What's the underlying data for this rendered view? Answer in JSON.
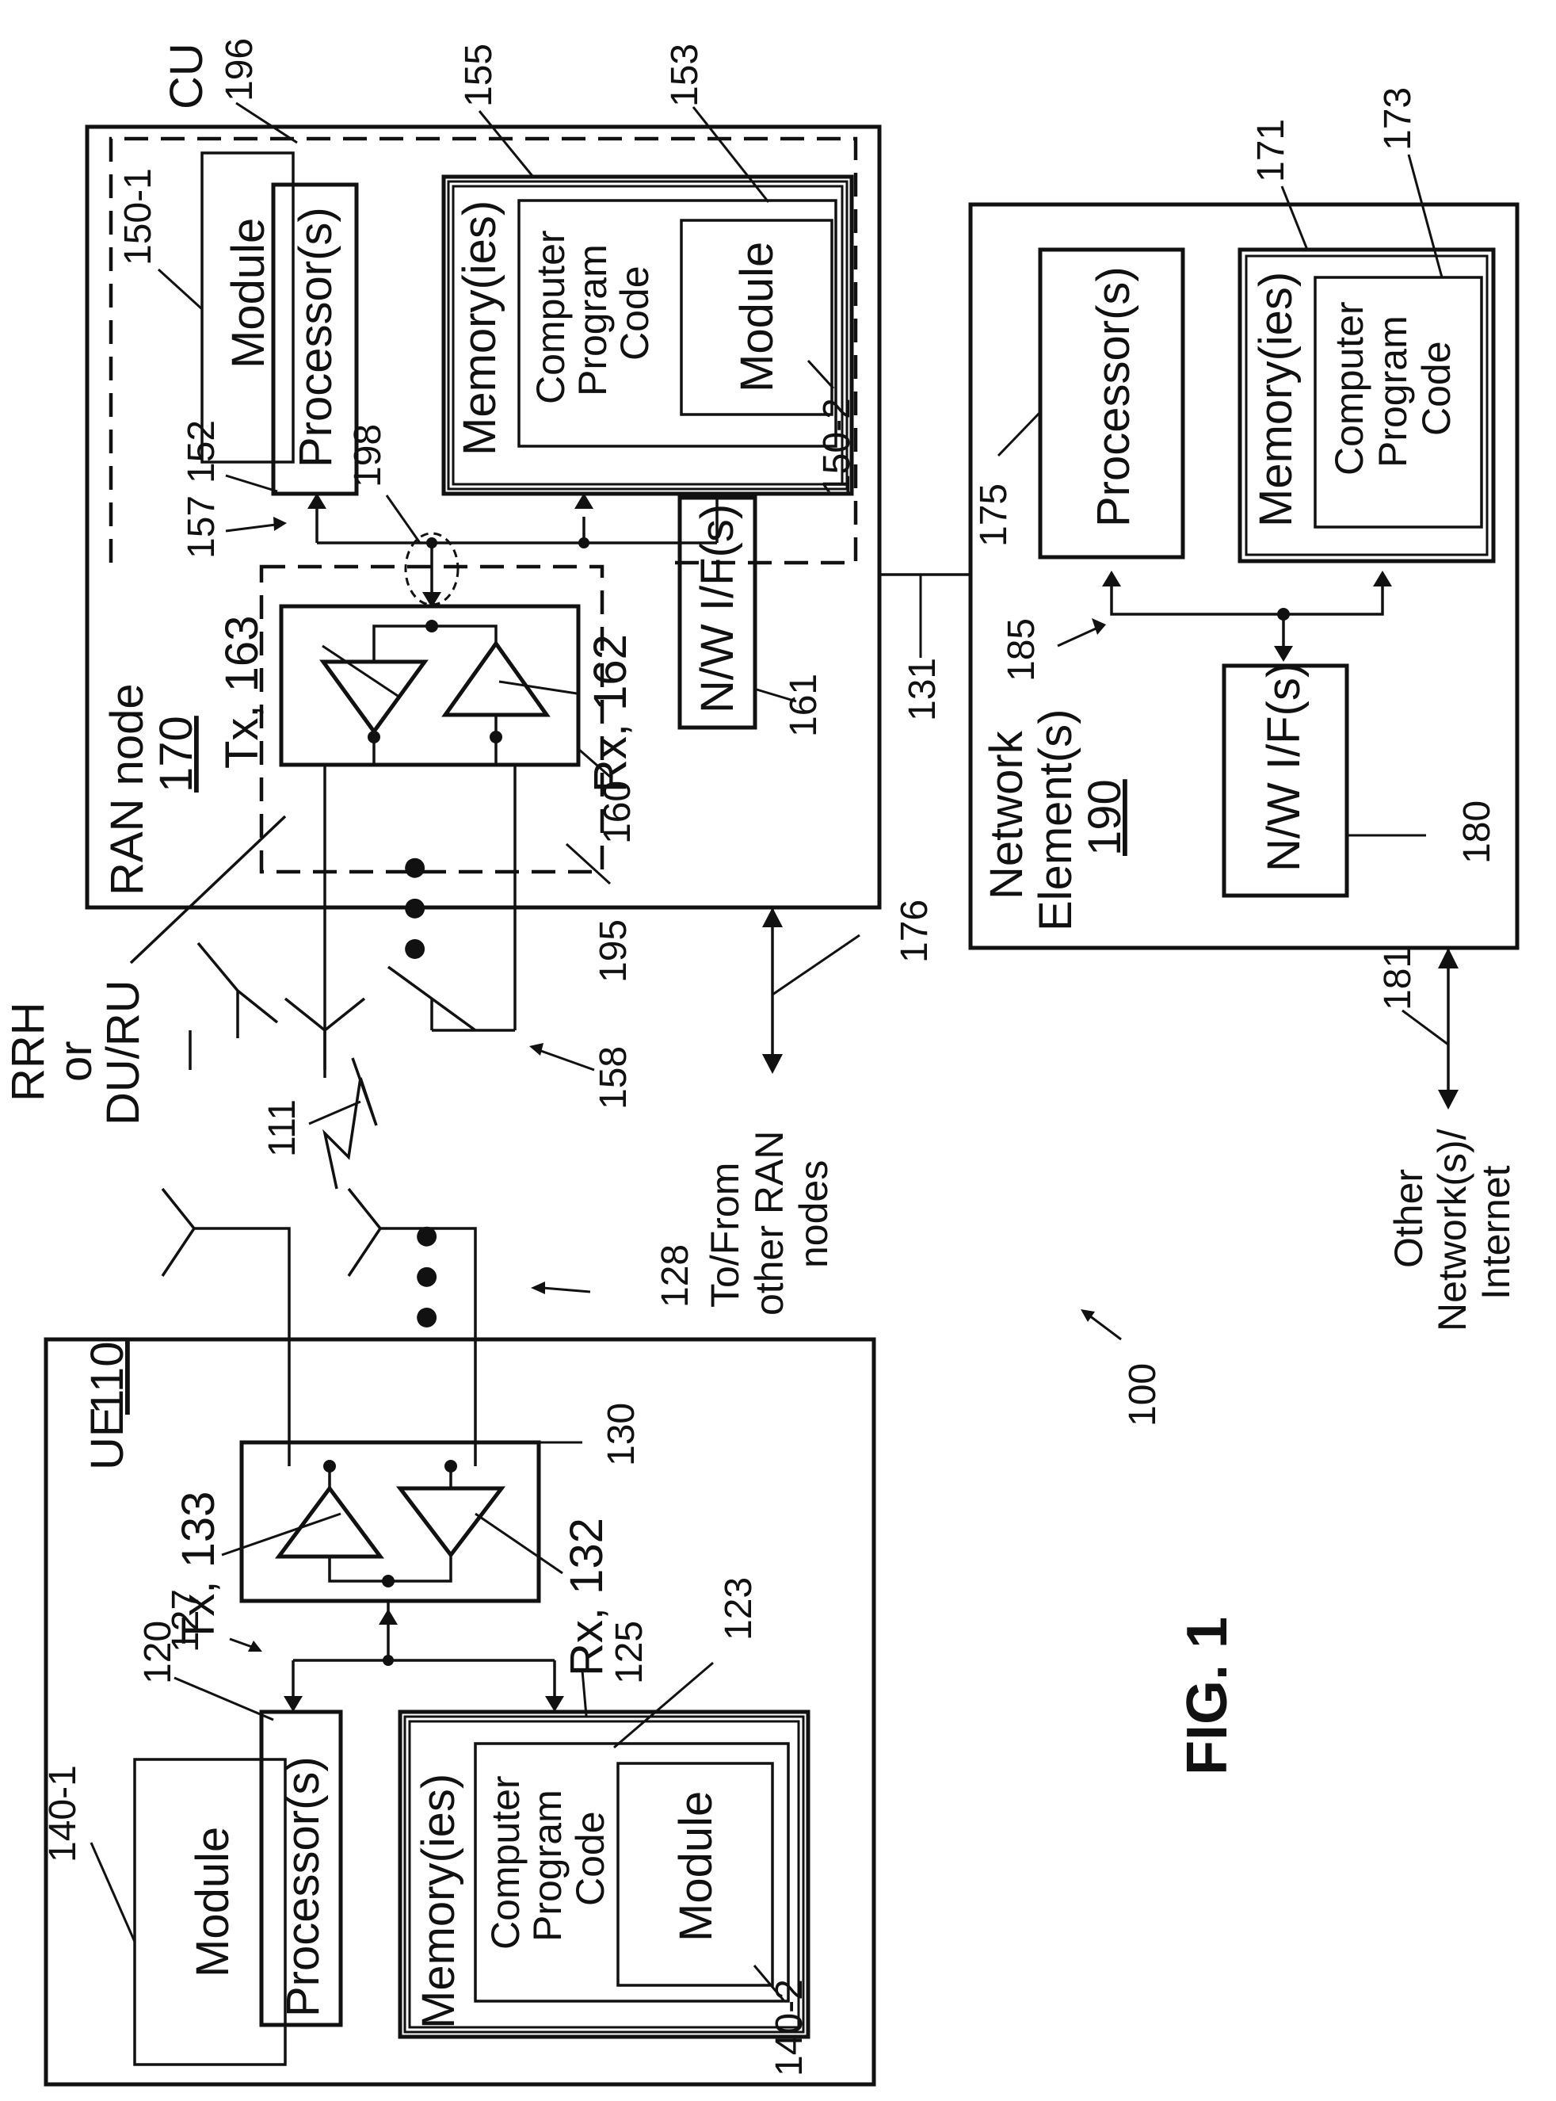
{
  "figure": {
    "title": "FIG. 1",
    "system_ref": "100"
  },
  "ran_node": {
    "name": "RAN node",
    "ref": "170",
    "cu": {
      "label": "CU",
      "ref": "196"
    },
    "module_label": "Module",
    "module_ref": "150-1",
    "module2_ref": "150-2",
    "processors": {
      "label": "Processor(s)",
      "ref": "152"
    },
    "memories": {
      "label": "Memory(ies)",
      "ref": "155"
    },
    "code": {
      "line1": "Computer",
      "line2": "Program",
      "line3": "Code",
      "ref": "153"
    },
    "nwif": {
      "label": "N/W I/F(s)",
      "ref": "161"
    },
    "transceiver_ref": "160",
    "tx": "Tx, 163",
    "rx": "Rx, 162",
    "bus_ref": "157",
    "connector_ref": "198",
    "du_ref": "195",
    "antennas_ref": "158",
    "rrh_label_line1": "RRH",
    "rrh_label_line2": "or",
    "rrh_label_line3": "DU/RU",
    "link_ref": "176",
    "link_line1": "To/From",
    "link_line2": "other RAN",
    "link_line3": "nodes",
    "ellipsis": "● ● ●"
  },
  "ue": {
    "name": "UE",
    "ref": "110",
    "module_label": "Module",
    "module_ref": "140-1",
    "module2_ref": "140-2",
    "processors": {
      "label": "Processor(s)",
      "ref": "120"
    },
    "memories": {
      "label": "Memory(ies)",
      "ref": "125"
    },
    "code": {
      "line1": "Computer",
      "line2": "Program",
      "line3": "Code",
      "ref": "123"
    },
    "transceiver_ref": "130",
    "tx": "Tx, 133",
    "rx": "Rx, 132",
    "bus_ref": "127",
    "antennas_ref": "128",
    "ellipsis": "● ● ●"
  },
  "wireless_link_ref": "111",
  "network_element": {
    "line1": "Network",
    "line2": "Element(s)",
    "ref": "190",
    "processors": {
      "label": "Processor(s)",
      "ref": "175"
    },
    "memories": {
      "label": "Memory(ies)",
      "ref": "171"
    },
    "code": {
      "line1": "Computer",
      "line2": "Program",
      "line3": "Code",
      "ref": "173"
    },
    "nwif": {
      "label": "N/W I/F(s)",
      "ref": "180"
    },
    "bus_ref": "185",
    "ran_link_ref": "131",
    "internet_link_ref": "181",
    "internet_line1": "Other",
    "internet_line2": "Network(s)/",
    "internet_line3": "Internet"
  }
}
